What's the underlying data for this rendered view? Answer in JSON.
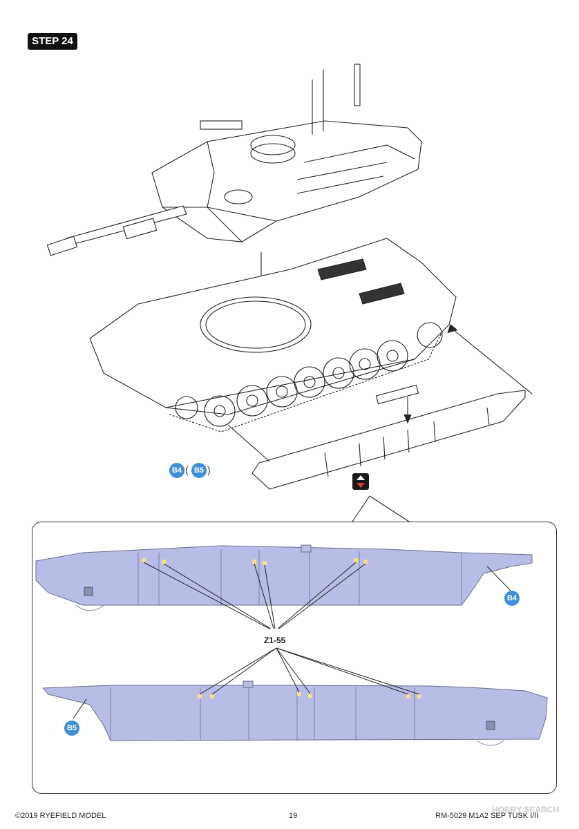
{
  "step": {
    "label": "STEP 24"
  },
  "callouts": {
    "b4": "B4",
    "b5": "B5",
    "paren_open": "(",
    "paren_close": ")"
  },
  "detail": {
    "part_label": "Z1-55"
  },
  "footer": {
    "copyright": "©2019 RYEFIELD MODEL",
    "page_number": "19",
    "kit_code": "RM-5029 M1A2 SEP TUSK I/II",
    "watermark": "HOBBY SEARCH"
  },
  "colors": {
    "callout": "#3f8fd6",
    "part_fill": "#b8bde8",
    "badge": "#111111",
    "icon_arrow": "#e23a3a"
  },
  "icons": [
    "flip-part-icon",
    "turret-drawing",
    "hull-drawing",
    "side-skirt-drawing"
  ]
}
